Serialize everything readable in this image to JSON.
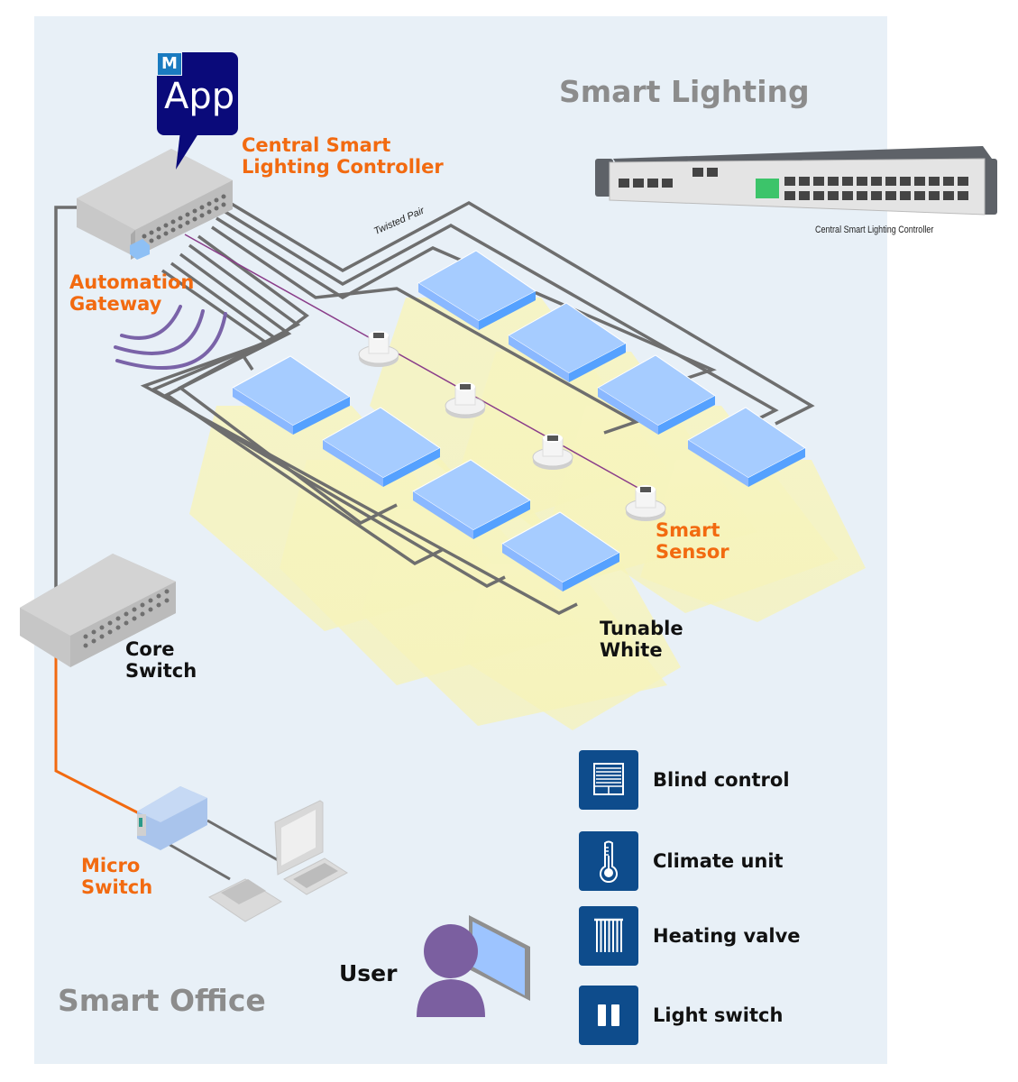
{
  "titles": {
    "smart_lighting": "Smart Lighting",
    "smart_office": "Smart Office"
  },
  "app_badge": {
    "letter": "M",
    "label": "App"
  },
  "labels": {
    "central_controller": [
      "Central Smart",
      "Lighting Controller"
    ],
    "automation_gateway": [
      "Automation",
      "Gateway"
    ],
    "smart_sensor": [
      "Smart",
      "Sensor"
    ],
    "tunable_white": [
      "Tunable",
      "White"
    ],
    "core_switch": [
      "Core",
      "Switch"
    ],
    "micro_switch": [
      "Micro",
      "Switch"
    ],
    "user": "User",
    "twisted_pair": "Twisted Pair",
    "photo_caption": "Central Smart Lighting Controller"
  },
  "legend": [
    {
      "label": "Blind control",
      "icon": "blind-icon"
    },
    {
      "label": "Climate unit",
      "icon": "thermometer-icon"
    },
    {
      "label": "Heating valve",
      "icon": "radiator-icon"
    },
    {
      "label": "Light switch",
      "icon": "light-switch-icon"
    }
  ],
  "colors": {
    "accent_orange": "#f26a10",
    "legend_blue": "#0e4c8c",
    "app_navy": "#0a0a7a",
    "panel_bg": "#e8f0f7",
    "cable_gray": "#6e6e6e",
    "wireless_purple": "#7a63a8",
    "light_panel_blue": "#a6ccff"
  }
}
